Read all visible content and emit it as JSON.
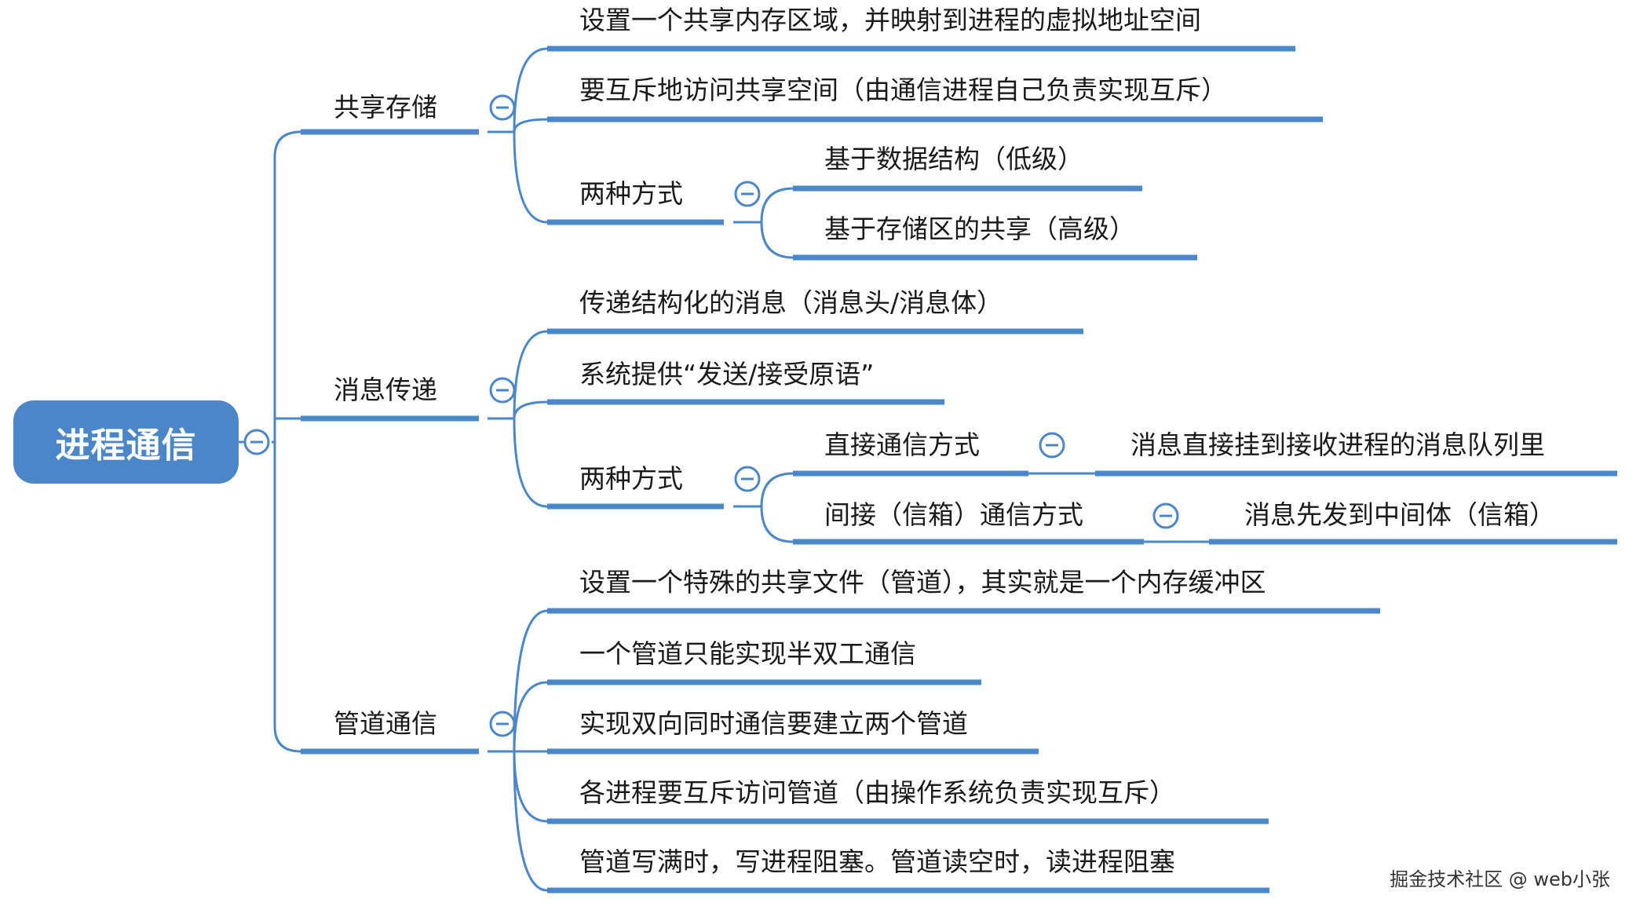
{
  "root": {
    "label": "进程通信"
  },
  "branches": {
    "shared_storage": {
      "label": "共享存储",
      "items": {
        "item1": "设置一个共享内存区域，并映射到进程的虚拟地址空间",
        "item2": "要互斥地访问共享空间（由通信进程自己负责实现互斥）",
        "two_ways": {
          "label": "两种方式",
          "a": "基于数据结构（低级）",
          "b": "基于存储区的共享（高级）"
        }
      }
    },
    "message_passing": {
      "label": "消息传递",
      "items": {
        "item1": "传递结构化的消息（消息头/消息体）",
        "item2": "系统提供“发送/接受原语”",
        "two_ways": {
          "label": "两种方式",
          "direct": {
            "label": "直接通信方式",
            "detail": "消息直接挂到接收进程的消息队列里"
          },
          "indirect": {
            "label": "间接（信箱）通信方式",
            "detail": "消息先发到中间体（信箱）"
          }
        }
      }
    },
    "pipe": {
      "label": "管道通信",
      "items": [
        "设置一个特殊的共享文件（管道），其实就是一个内存缓冲区",
        "一个管道只能实现半双工通信",
        "实现双向同时通信要建立两个管道",
        "各进程要互斥访问管道（由操作系统负责实现互斥）",
        "管道写满时，写进程阻塞。管道读空时，读进程阻塞"
      ]
    }
  },
  "watermark": "掘金技术社区 @ web小张",
  "colors": {
    "line": "#4a86c8",
    "root_fill": "#4a86c8",
    "text": "#1a1a1a"
  },
  "icons": {
    "collapse": "minus-circle-icon"
  }
}
